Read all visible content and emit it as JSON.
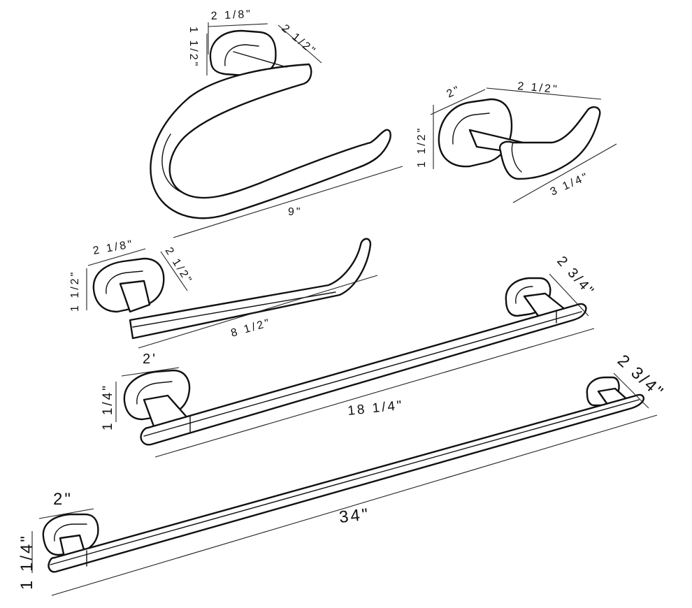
{
  "products": {
    "paper_holder": {
      "base_width": "2 1/8\"",
      "base_depth": "2 1/2\"",
      "base_height": "1 1/2\"",
      "length": "9\""
    },
    "robe_hook": {
      "base_width": "2\"",
      "width": "2 1/2\"",
      "height": "1 1/2\"",
      "projection": "3 1/4\""
    },
    "towel_ring": {
      "base_width": "2 1/8\"",
      "base_depth": "2 1/2\"",
      "base_height": "1 1/2\"",
      "length": "8 1/2\""
    },
    "towel_bar_18": {
      "base_width": "2'",
      "base_height": "1 1/4\"",
      "projection": "2 3/4\"",
      "length": "18 1/4\""
    },
    "towel_bar_34": {
      "base_width": "2\"",
      "base_height": "1 1/4\"",
      "projection": "2 3/4\"",
      "length": "34\""
    }
  }
}
